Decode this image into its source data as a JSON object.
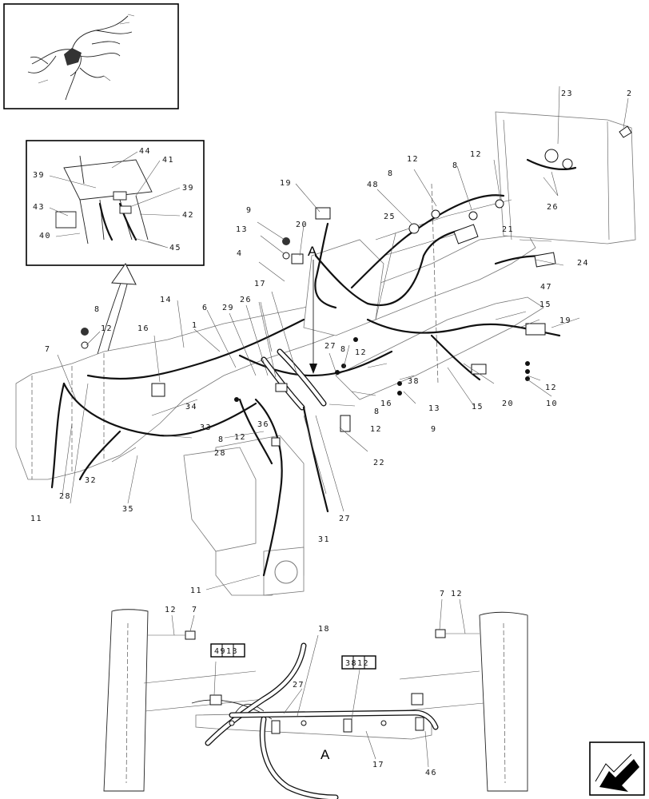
{
  "callouts": {
    "c1": "1",
    "c2": "2",
    "c4": "4",
    "c6": "6",
    "c7": "7",
    "c8a": "8",
    "c8b": "8",
    "c8c": "8",
    "c8d": "8",
    "c8e": "8",
    "c9a": "9",
    "c9b": "9",
    "c10": "10",
    "c11a": "11",
    "c11b": "11",
    "c12a": "12",
    "c12b": "12",
    "c12c": "12",
    "c12d": "12",
    "c12e": "12",
    "c12f": "12",
    "c12g": "12",
    "c13a": "13",
    "c13b": "13",
    "c14": "14",
    "c15a": "15",
    "c15b": "15",
    "c16a": "16",
    "c16b": "16",
    "c17": "17",
    "c19a": "19",
    "c19b": "19",
    "c20a": "20",
    "c20b": "20",
    "c21": "21",
    "c22": "22",
    "c23": "23",
    "c24": "24",
    "c25": "25",
    "c26a": "26",
    "c26b": "26",
    "c27a": "27",
    "c27b": "27",
    "c28a": "28",
    "c28b": "28",
    "c29": "29",
    "c31": "31",
    "c32": "32",
    "c33": "33",
    "c34": "34",
    "c35": "35",
    "c36": "36",
    "c38": "38",
    "c47": "47",
    "c48": "48"
  },
  "inset_callouts": {
    "i44": "44",
    "i41": "41",
    "i39a": "39",
    "i39b": "39",
    "i43": "43",
    "i42": "42",
    "i40": "40",
    "i45": "45"
  },
  "detail_callouts": {
    "d12a": "12",
    "d7a": "7",
    "d7b": "7",
    "d12b": "12",
    "d18": "18",
    "d27": "27",
    "d17": "17",
    "d46": "46"
  },
  "view_marks": {
    "top": "A",
    "bottom": "A"
  },
  "ref_boxes": {
    "left": "4913",
    "right": "3812"
  }
}
